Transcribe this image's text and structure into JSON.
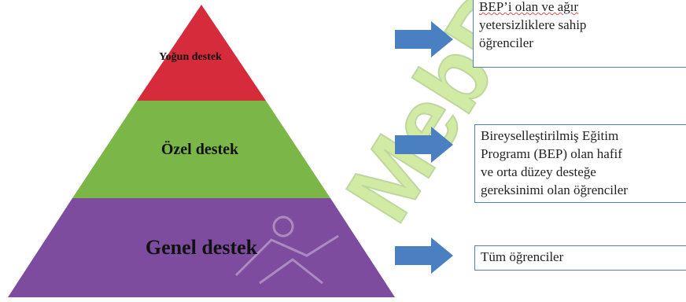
{
  "colors": {
    "top_tier": "#d52b3a",
    "middle_tier": "#7ab648",
    "bottom_tier": "#7e4c9e",
    "arrow": "#4a7fc1",
    "box_border": "#4f81bd",
    "watermark": "#9ad43a"
  },
  "pyramid": {
    "tiers": [
      {
        "label": "Yoğun destek"
      },
      {
        "label": "Özel destek"
      },
      {
        "label": "Genel destek"
      }
    ]
  },
  "boxes": [
    {
      "lines": [
        "BEP’i olan ve ağır",
        "yetersizliklere sahip",
        "öğrenciler"
      ]
    },
    {
      "lines": [
        "Bireyselleştirilmiş Eğitim",
        "Programı (BEP) olan hafif",
        "ve orta düzey desteğe",
        "gereksinimi olan öğrenciler"
      ]
    },
    {
      "lines": [
        "Tüm öğrenciler"
      ]
    }
  ],
  "watermark": {
    "text": "MebDeu"
  }
}
